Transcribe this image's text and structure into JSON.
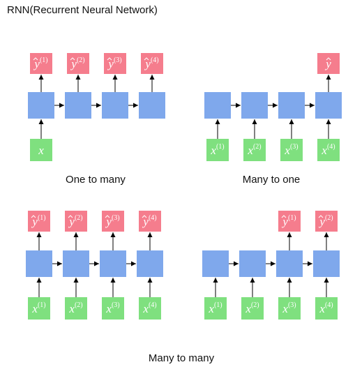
{
  "title": "RNN(Recurrent Neural Network)",
  "colors": {
    "hidden": "#7fa8ec",
    "input": "#7fe07f",
    "output": "#f57d8d",
    "arrow": "#000000",
    "label": "#ffffff"
  },
  "panels": [
    {
      "caption": "One to many",
      "cells": [
        {
          "input": {
            "base": "x",
            "sup": ""
          },
          "output": {
            "base": "y",
            "sup": "(1)"
          }
        },
        {
          "input": null,
          "output": {
            "base": "y",
            "sup": "(2)"
          }
        },
        {
          "input": null,
          "output": {
            "base": "y",
            "sup": "(3)"
          }
        },
        {
          "input": null,
          "output": {
            "base": "y",
            "sup": "(4)"
          }
        }
      ]
    },
    {
      "caption": "Many to one",
      "cells": [
        {
          "input": {
            "base": "x",
            "sup": "(1)"
          },
          "output": null
        },
        {
          "input": {
            "base": "x",
            "sup": "(2)"
          },
          "output": null
        },
        {
          "input": {
            "base": "x",
            "sup": "(3)"
          },
          "output": null
        },
        {
          "input": {
            "base": "x",
            "sup": "(4)"
          },
          "output": {
            "base": "y",
            "sup": ""
          }
        }
      ]
    },
    {
      "caption": "",
      "cells": [
        {
          "input": {
            "base": "x",
            "sup": "(1)"
          },
          "output": {
            "base": "y",
            "sup": "(1)"
          }
        },
        {
          "input": {
            "base": "x",
            "sup": "(2)"
          },
          "output": {
            "base": "y",
            "sup": "(2)"
          }
        },
        {
          "input": {
            "base": "x",
            "sup": "(3)"
          },
          "output": {
            "base": "y",
            "sup": "(3)"
          }
        },
        {
          "input": {
            "base": "x",
            "sup": "(4)"
          },
          "output": {
            "base": "y",
            "sup": "(4)"
          }
        }
      ]
    },
    {
      "caption": "",
      "cells": [
        {
          "input": {
            "base": "x",
            "sup": "(1)"
          },
          "output": null
        },
        {
          "input": {
            "base": "x",
            "sup": "(2)"
          },
          "output": null
        },
        {
          "input": {
            "base": "x",
            "sup": "(3)"
          },
          "output": {
            "base": "y",
            "sup": "(1)"
          }
        },
        {
          "input": {
            "base": "x",
            "sup": "(4)"
          },
          "output": {
            "base": "y",
            "sup": "(2)"
          }
        }
      ]
    }
  ],
  "bottom_caption": "Many to many"
}
